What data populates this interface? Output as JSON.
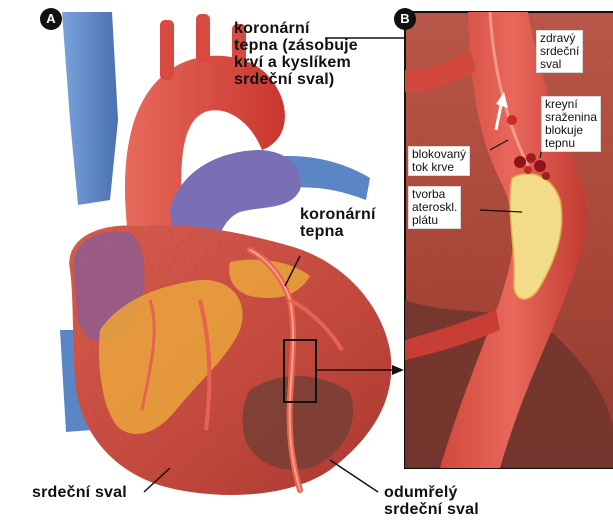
{
  "panels": {
    "a": {
      "letter": "A"
    },
    "b": {
      "letter": "B"
    }
  },
  "labels": {
    "coronary_artery_top": "koronární\ntepna (zásobuje\nkrví a kyslíkem\nsrdeční sval)",
    "coronary_artery_mid": "koronární\ntepna",
    "heart_muscle": "srdeční sval",
    "dead_muscle": "odumřelý\nsrdeční sval",
    "healthy_muscle": "zdravý\nsrdeční\nsval",
    "blood_clot": "kreyní\nsraženina\nblokuje\ntepnu",
    "blocked_flow": "blokovaný\ntok krve",
    "plaque": "tvorba\nateroskl.\nplátu"
  },
  "colors": {
    "aorta_red": "#e0473f",
    "vein_blue": "#5a86c6",
    "muscle": "#c2483d",
    "fat": "#e8a03c",
    "dead_tissue": "#7a3f35",
    "plaque_yellow": "#f2dc8a",
    "clot": "#8e1418"
  }
}
